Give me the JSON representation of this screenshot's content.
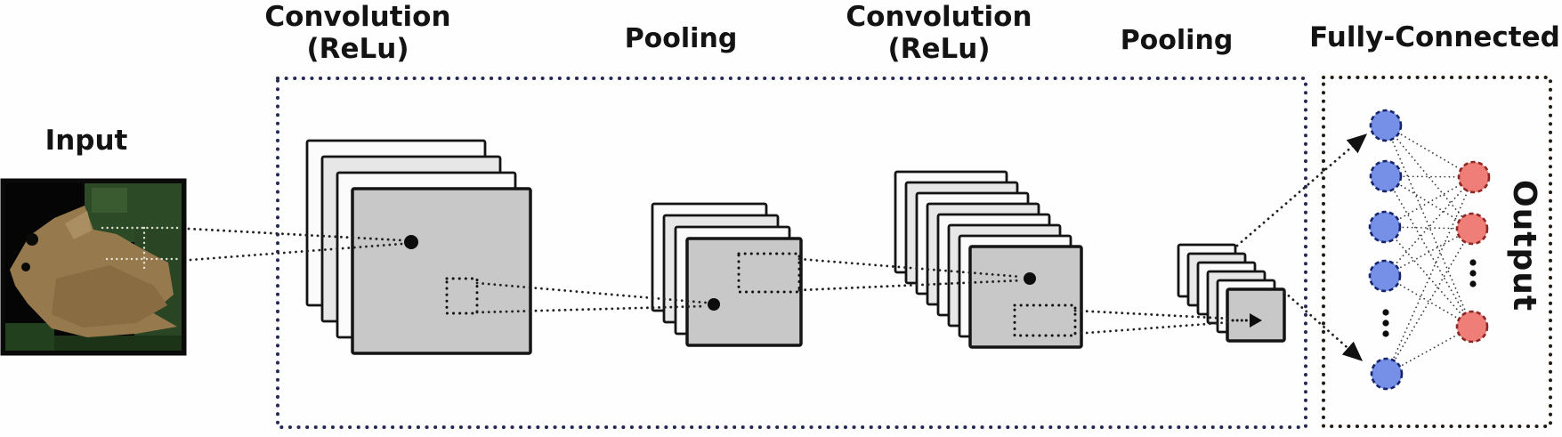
{
  "figure": {
    "description": "Convolutional neural network architecture diagram with leaf input image",
    "input_image_alt": "diseased-leaf-photo"
  },
  "labels": {
    "input": "Input",
    "stage1_line1": "Convolution",
    "stage1_line2": "(ReLu)",
    "stage2": "Pooling",
    "stage3_line1": "Convolution",
    "stage3_line2": "(ReLu)",
    "stage4": "Pooling",
    "stage5": "Fully-Connected",
    "output": "Output"
  },
  "layers": {
    "conv1_sheets": 4,
    "pool1_sheets": 4,
    "conv2_sheets": 8,
    "pool2_sheets": 6,
    "fc_hidden_visible_neurons": 5,
    "fc_output_visible_neurons": 3
  },
  "colors": {
    "sheet_front": "#c8c8c8",
    "sheet_back_a": "#fbfbfb",
    "sheet_back_b": "#e7e7e7",
    "sheet_border": "#141414",
    "main_box_border": "#262a52",
    "fc_box_border": "#221c14",
    "arrow": "#222222",
    "receptive_field": "#111111",
    "hidden_neuron_fill": "#7590e6",
    "hidden_neuron_border": "#16246b",
    "output_neuron_fill": "#ef7d78",
    "output_neuron_border": "#8c2724"
  }
}
